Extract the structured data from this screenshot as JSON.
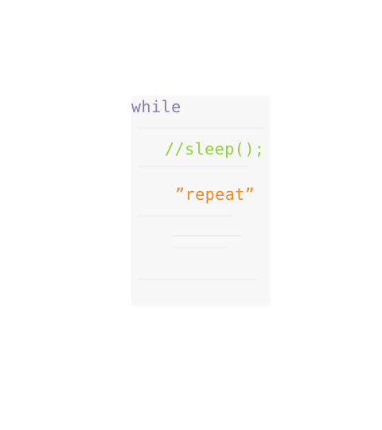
{
  "code": {
    "keyword": "while",
    "comment": "//sleep();",
    "string": "”repeat”"
  },
  "colors": {
    "keyword": "#8b79b5",
    "comment": "#8fd13f",
    "string": "#f08a24",
    "background": "#ffffff"
  }
}
